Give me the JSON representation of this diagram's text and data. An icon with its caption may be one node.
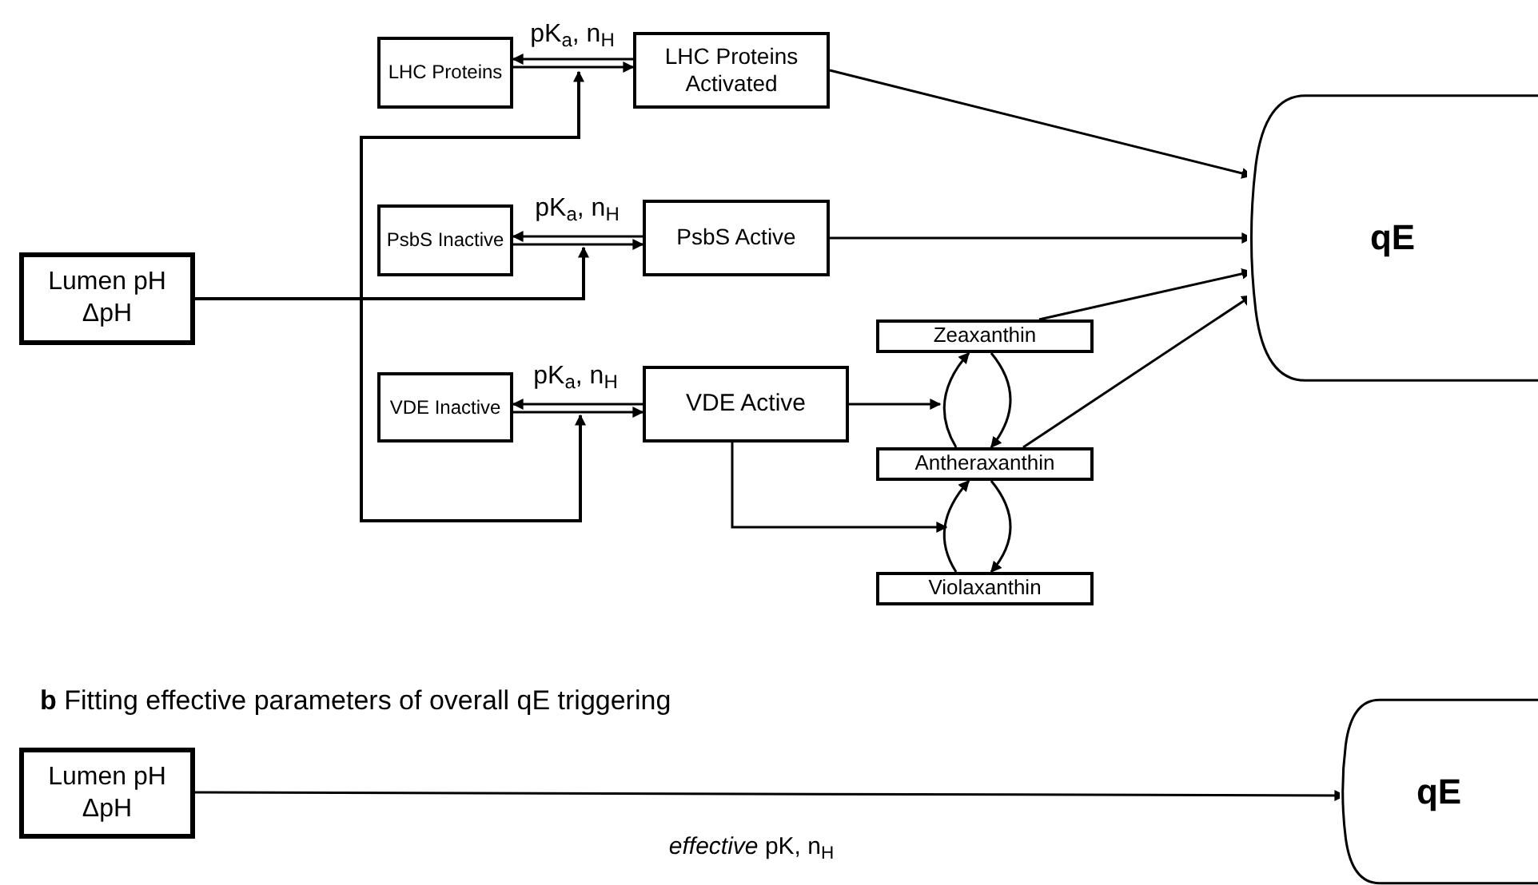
{
  "diagram": {
    "nodes": [
      {
        "text": [
          "Lumen pH ΔpH"
        ]
      },
      {
        "text": [
          "LHC Proteins"
        ]
      },
      {
        "text": [
          "LHC Proteins Activated"
        ]
      },
      {
        "text": [
          "PsbS Inactive"
        ]
      },
      {
        "text": [
          "PsbS Active"
        ]
      },
      {
        "text": [
          "VDE Inactive"
        ]
      },
      {
        "text": [
          "VDE Active"
        ]
      },
      {
        "text": [
          "Zeaxanthin"
        ]
      },
      {
        "text": [
          "Antheraxanthin"
        ]
      },
      {
        "text": [
          "Violaxanthin"
        ]
      },
      {
        "text": [
          "qE"
        ]
      },
      {
        "text": [
          "Lumen pH ΔpH"
        ]
      },
      {
        "text": [
          "qE"
        ]
      }
    ],
    "edges": [
      {
        "from": 0,
        "to": null,
        "arrow": "to"
      },
      {
        "from": 0,
        "to": null,
        "arrow": "to"
      },
      {
        "from": 0,
        "to": null,
        "arrow": "to"
      },
      {
        "from": 1,
        "to": 2,
        "arrow": "to",
        "label": "pK$_{a}$, n$_{H}$"
      },
      {
        "from": 2,
        "to": 1,
        "arrow": "to"
      },
      {
        "from": 3,
        "to": 4,
        "arrow": "to",
        "label": "pK$_{a}$, n$_{H}$"
      },
      {
        "from": 4,
        "to": 3,
        "arrow": "to"
      },
      {
        "from": 5,
        "to": 6,
        "arrow": "to",
        "label": "pK$_{a}$, n$_{H}$"
      },
      {
        "from": 6,
        "to": 5,
        "arrow": "to"
      },
      {
        "from": 2,
        "to": 10,
        "arrow": "to"
      },
      {
        "from": 4,
        "to": 10,
        "arrow": "to"
      },
      {
        "from": 7,
        "to": 10,
        "arrow": "to"
      },
      {
        "from": 8,
        "to": 10,
        "arrow": "to"
      },
      {
        "from": 6,
        "to": null,
        "arrow": "to"
      },
      {
        "from": 6,
        "to": null,
        "arrow": "to"
      },
      {
        "from": 8,
        "to": 7,
        "arrow": "to"
      },
      {
        "from": 7,
        "to": 8,
        "arrow": "to"
      },
      {
        "from": 9,
        "to": 8,
        "arrow": "to"
      },
      {
        "from": 8,
        "to": 9,
        "arrow": "to"
      },
      {
        "from": 11,
        "to": 12,
        "arrow": "to",
        "label": "*effective* pK, n$_{H}$"
      }
    ],
    "labels": [
      "**b** Fitting effective parameters of overall qE triggering"
    ]
  }
}
